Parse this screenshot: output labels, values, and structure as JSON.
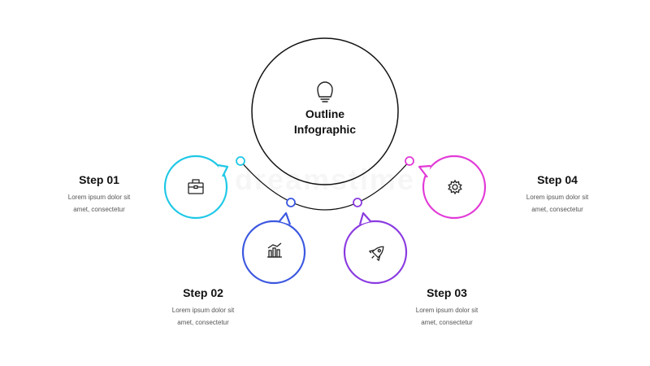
{
  "center": {
    "title_line1": "Outline",
    "title_line2": "Infographic",
    "icon": "lightbulb-icon"
  },
  "steps": [
    {
      "title": "Step 01",
      "desc_line1": "Lorem ipsum dolor sit",
      "desc_line2": "amet, consectetur",
      "icon": "briefcase-icon",
      "color": "#1ec8e6"
    },
    {
      "title": "Step 02",
      "desc_line1": "Lorem ipsum dolor sit",
      "desc_line2": "amet, consectetur",
      "icon": "bar-chart-icon",
      "color": "#3b57e0"
    },
    {
      "title": "Step 03",
      "desc_line1": "Lorem ipsum dolor sit",
      "desc_line2": "amet, consectetur",
      "icon": "rocket-icon",
      "color": "#8a3ae0"
    },
    {
      "title": "Step 04",
      "desc_line1": "Lorem ipsum dolor sit",
      "desc_line2": "amet, consectetur",
      "icon": "gear-icon",
      "color": "#e23ad8"
    }
  ],
  "watermark": "dreamstime"
}
